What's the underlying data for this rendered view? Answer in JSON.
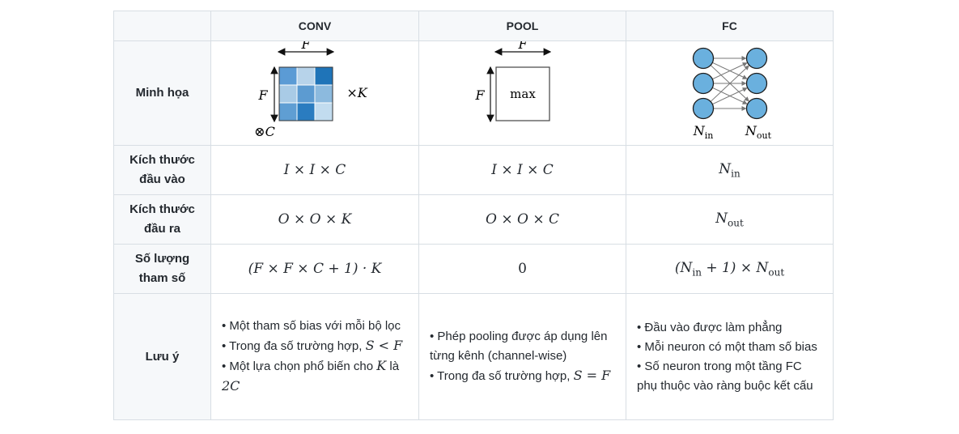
{
  "table": {
    "headers": [
      "",
      "CONV",
      "POOL",
      "FC"
    ],
    "rows": {
      "illustration": {
        "label": "Minh họa",
        "conv": {
          "f_top": "F",
          "f_left": "F",
          "times_k": "×K",
          "otimes_c": "⊗C"
        },
        "pool": {
          "f_top": "F",
          "f_left": "F",
          "box_text": "max"
        },
        "fc": {
          "n_in": "N",
          "n_in_sub": "in",
          "n_out": "N",
          "n_out_sub": "out"
        }
      },
      "input_size": {
        "label": "Kích thước đầu vào",
        "conv": "I × I × C",
        "pool": "I × I × C",
        "fc_base": "N",
        "fc_sub": "in"
      },
      "output_size": {
        "label": "Kích thước đầu ra",
        "conv": "O × O × K",
        "pool": "O × O × C",
        "fc_base": "N",
        "fc_sub": "out"
      },
      "params": {
        "label": "Số lượng tham số",
        "conv": "(F × F × C + 1) · K",
        "pool": "0",
        "fc_pre": "(N",
        "fc_sub1": "in",
        "fc_mid": " + 1) × N",
        "fc_sub2": "out"
      },
      "notes": {
        "label": "Lưu ý",
        "conv": [
          {
            "text": "• Một tham số bias với mỗi bộ lọc",
            "math": ""
          },
          {
            "text": "• Trong đa số trường hợp, ",
            "math": "S < F"
          },
          {
            "text": "• Một lựa chọn phổ biến cho ",
            "math": "K",
            "tail": " là ",
            "math2": "2C"
          }
        ],
        "pool": [
          {
            "text": "• Phép pooling được áp dụng lên từng kênh (channel-wise)",
            "math": ""
          },
          {
            "text": "• Trong đa số trường hợp, ",
            "math": "S = F"
          }
        ],
        "fc": [
          "• Đầu vào được làm phẳng",
          "• Mỗi neuron có một tham số bias",
          "• Số neuron trong một tầng FC phụ thuộc vào ràng buộc kết cấu"
        ]
      }
    }
  },
  "colors": {
    "grid": [
      "#5b9bd5",
      "#b7d3ea",
      "#1f74b8",
      "#a9cbe6",
      "#5c9bd1",
      "#8cbade",
      "#5f9ed3",
      "#2a7cc0",
      "#c2dcef"
    ],
    "neuron": "#6ab0de",
    "header_bg": "#f6f8fa",
    "border": "#d8dee4"
  }
}
